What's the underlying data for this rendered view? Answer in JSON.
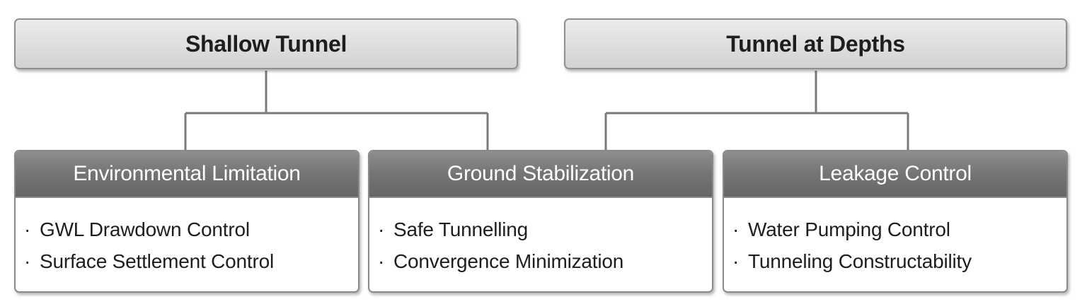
{
  "top_nodes": {
    "shallow": "Shallow Tunnel",
    "depths": "Tunnel at Depths"
  },
  "categories": [
    {
      "title": "Environmental Limitation",
      "items": [
        "GWL Drawdown Control",
        "Surface Settlement Control"
      ]
    },
    {
      "title": "Ground Stabilization",
      "items": [
        "Safe Tunnelling",
        "Convergence Minimization"
      ]
    },
    {
      "title": "Leakage Control",
      "items": [
        "Water Pumping Control",
        "Tunneling Constructability"
      ]
    }
  ],
  "bullet_char": "·",
  "colors": {
    "top_box_fill": "#dedede",
    "header_fill": "#747474",
    "connector": "#7a7a7a",
    "border": "#8f8f8f"
  }
}
